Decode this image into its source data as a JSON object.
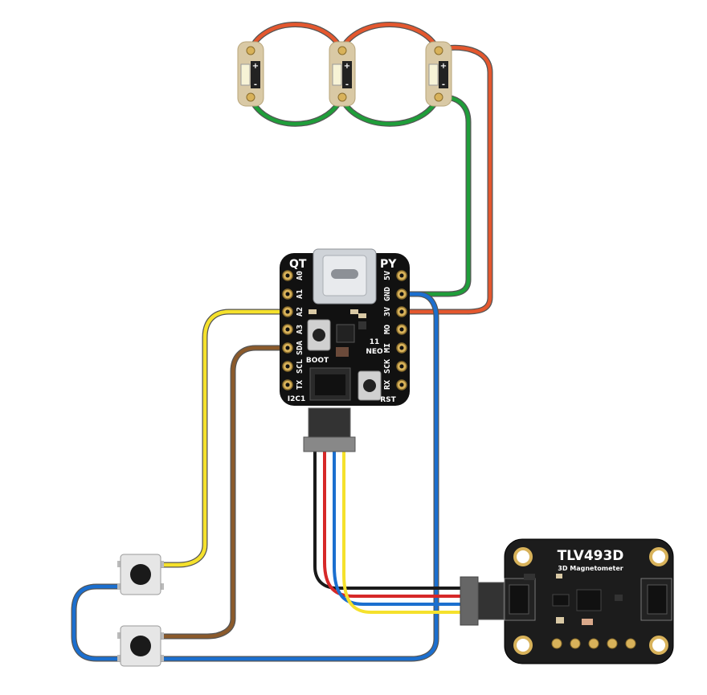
{
  "colors": {
    "wire_orange": "#e4572e",
    "wire_green": "#1f9e3a",
    "wire_yellow": "#f5e12c",
    "wire_brown": "#8b5a2b",
    "wire_blue": "#1b6fcf",
    "wire_red": "#d62828",
    "wire_black": "#1a1a1a",
    "pcb_black": "#111111",
    "led_pcb": "#d9c9a5",
    "sensor_pcb": "#1c1c1c",
    "gold": "#d8b25a"
  },
  "components": {
    "leds": [
      {
        "plus": "+",
        "minus": "-"
      },
      {
        "plus": "+",
        "minus": "-"
      },
      {
        "plus": "+",
        "minus": "-"
      }
    ],
    "microcontroller": {
      "corner_left": "QT",
      "corner_right": "PY",
      "left_pins": [
        "A0",
        "A1",
        "A2",
        "A3",
        "SDA",
        "SCL",
        "TX"
      ],
      "right_pins": [
        "5V",
        "GND",
        "3V",
        "MO",
        "MI",
        "SCK",
        "RX"
      ],
      "boot_label": "BOOT",
      "rst_label": "RST",
      "neo_number": "11",
      "neo_label": "NEO",
      "i2c_label": "I2C1"
    },
    "sensor": {
      "title": "TLV493D",
      "subtitle": "3D Magnetometer"
    },
    "buttons": [
      {
        "icon": "tactile-button"
      },
      {
        "icon": "tactile-button"
      }
    ]
  }
}
